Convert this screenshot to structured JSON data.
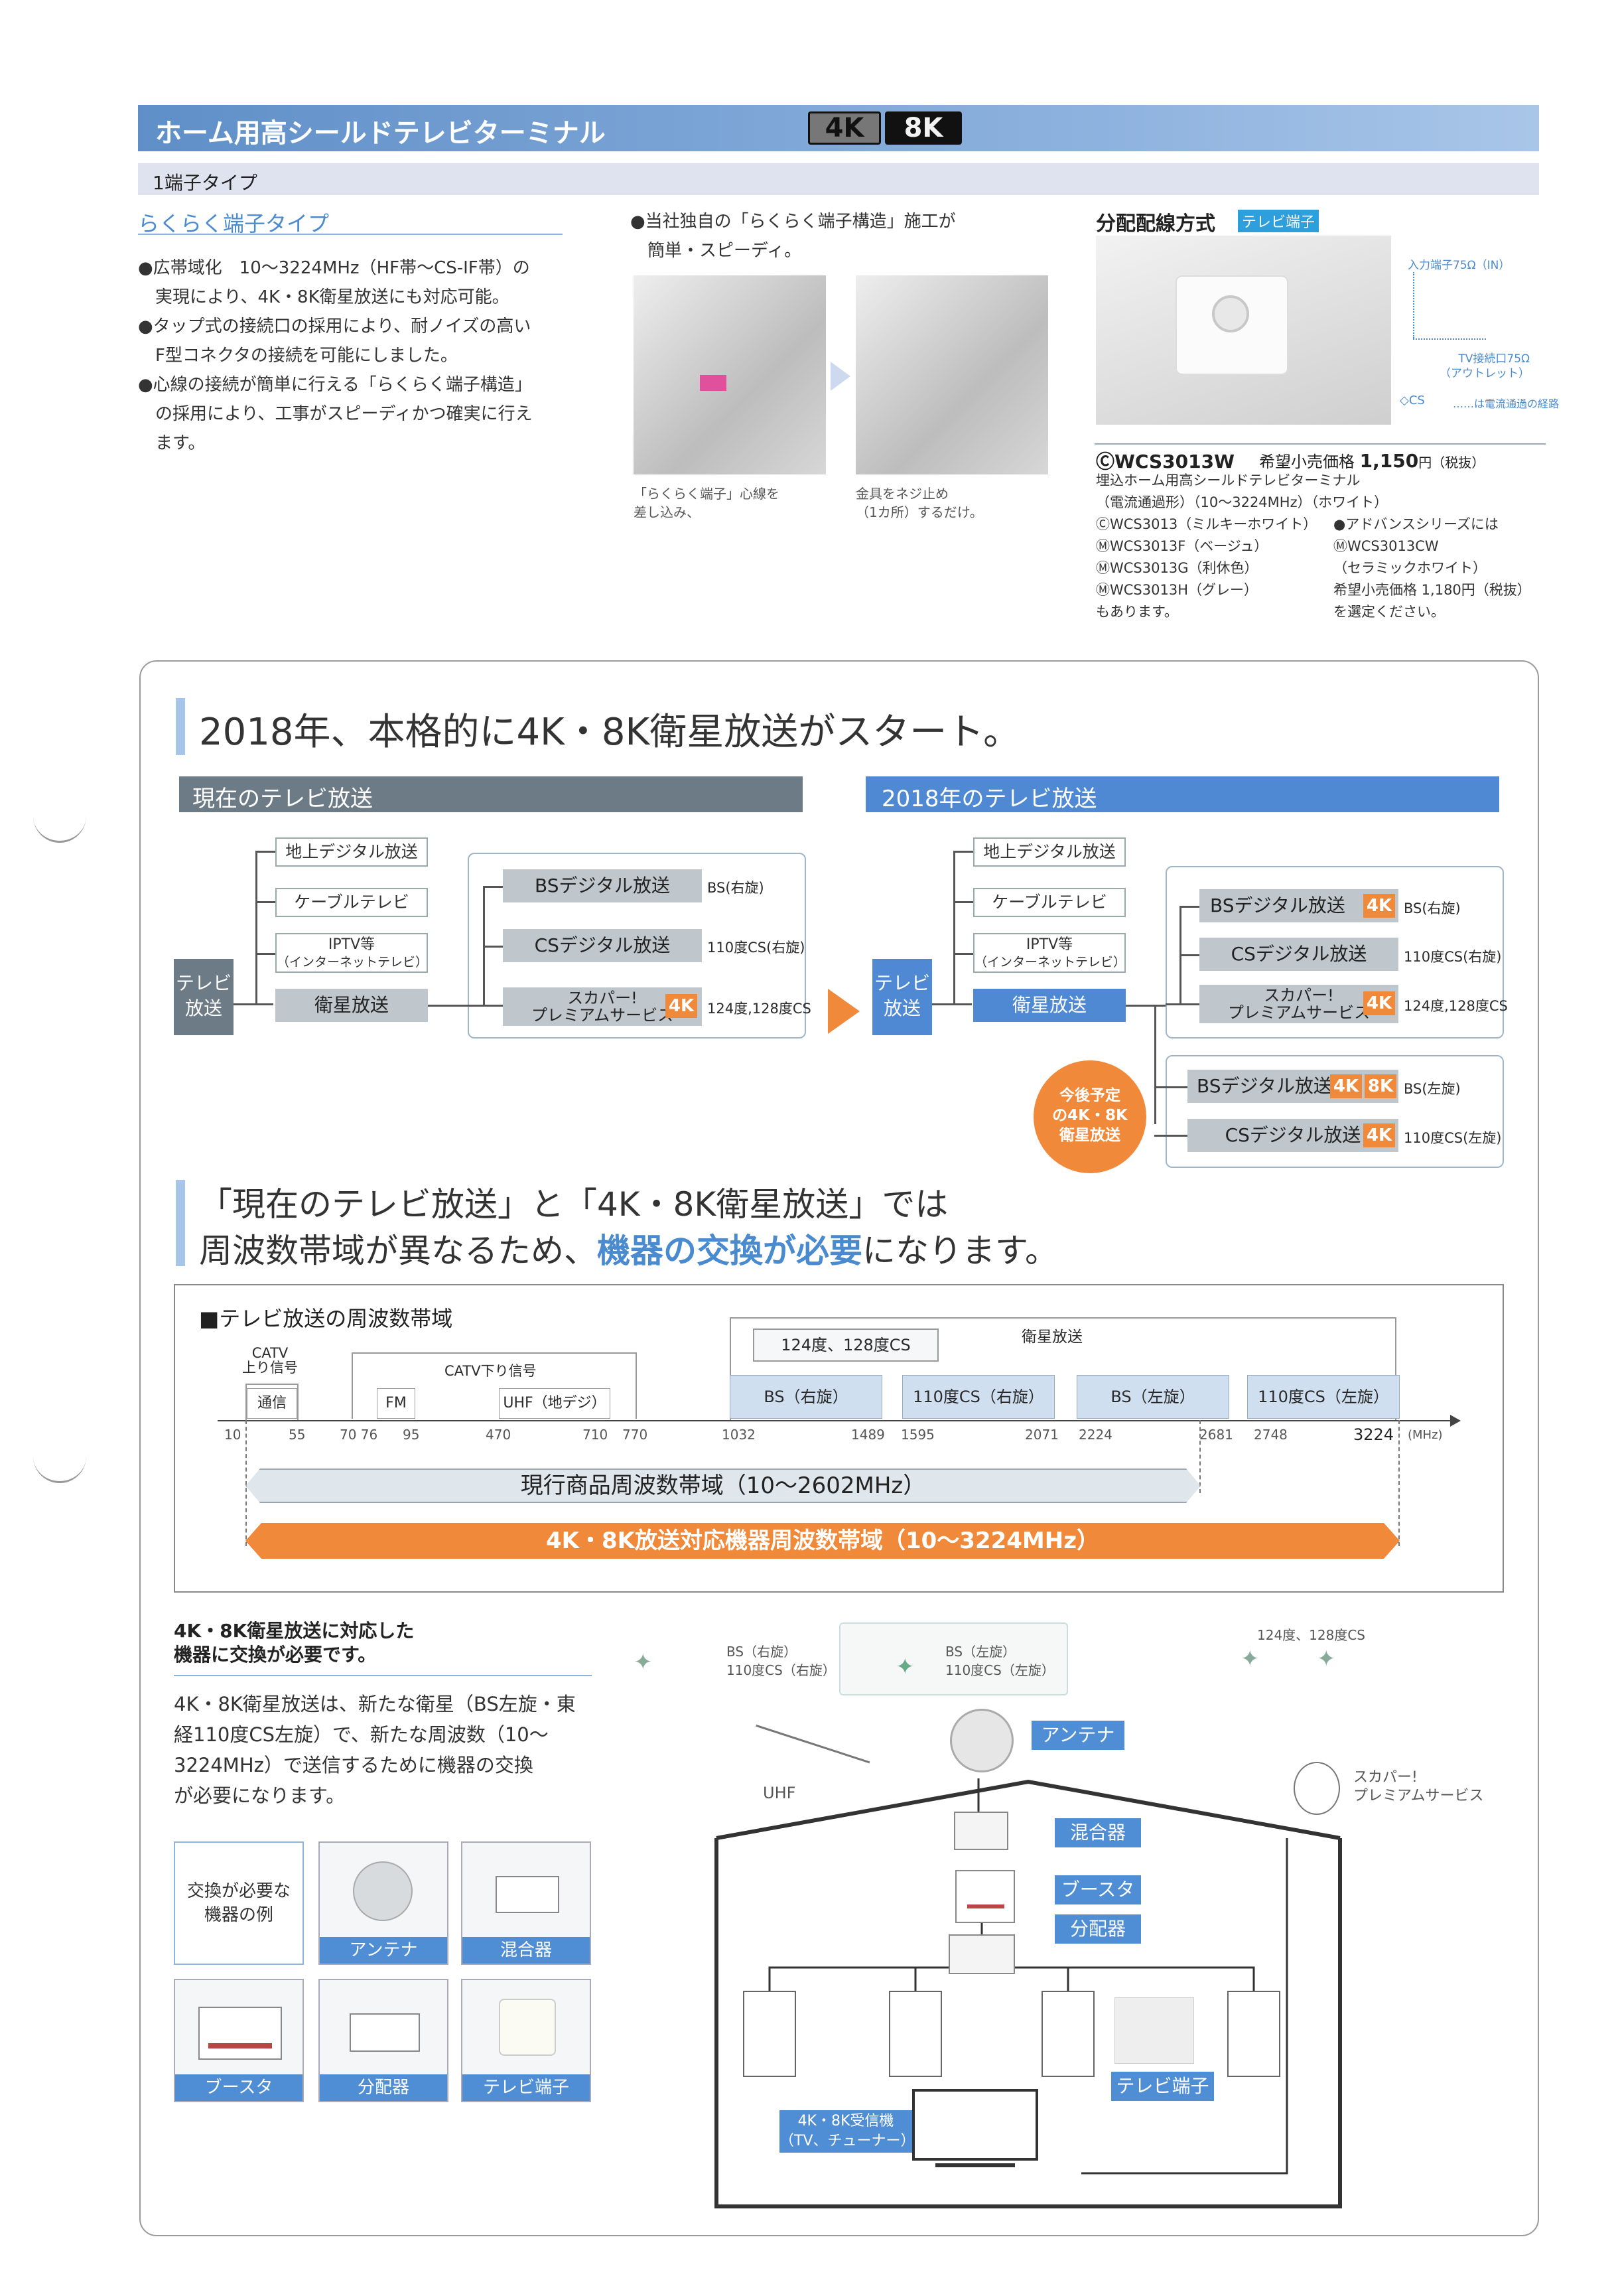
{
  "header": {
    "title": "ホーム用高シールドテレビターミナル",
    "badge_4k": "4K",
    "badge_8k": "8K",
    "subtitle": "1端子タイプ"
  },
  "intro": {
    "heading": "らくらく端子タイプ",
    "bullets": [
      [
        "●広帯域化　10〜3224MHz（HF帯〜CS-IF帯）の",
        "実現により、4K・8K衛星放送にも対応可能。"
      ],
      [
        "●タップ式の接続口の採用により、耐ノイズの高い",
        "F型コネクタの接続を可能にしました。"
      ],
      [
        "●心線の接続が簡単に行える「らくらく端子構造」",
        "の採用により、工事がスピーディかつ確実に行え",
        "ます。"
      ]
    ]
  },
  "construction": {
    "lead": [
      "●当社独自の「らくらく端子構造」施工が",
      "簡単・スピーディ。"
    ],
    "cap1": [
      "「らくらく端子」心線を",
      "差し込み、"
    ],
    "cap2": [
      "金具をネジ止め",
      "（1カ所）するだけ。"
    ]
  },
  "product": {
    "heading": "分配配線方式",
    "tag": "テレビ端子",
    "legend_in": "入力端子75Ω（IN）",
    "legend_tv": [
      "TV接続口75Ω",
      "（アウトレット）"
    ],
    "legend_cs": "CS",
    "legend_path": "……は電流通過の経路",
    "model_mark": "Ⓒ",
    "model": "WCS3013W",
    "price_label": "希望小売価格",
    "price": "1,150",
    "price_unit": "円（税抜）",
    "desc": [
      "埋込ホーム用高シールドテレビターミナル",
      "（電流通過形）（10〜3224MHz）（ホワイト）"
    ],
    "variants": [
      "ⒸWCS3013（ミルキーホワイト）",
      "ⓂWCS3013F（ベージュ）",
      "ⓂWCS3013G（利休色）",
      "ⓂWCS3013H（グレー）",
      "もあります。"
    ],
    "advance": [
      "●アドバンスシリーズには",
      "ⓂWCS3013CW",
      "（セラミックホワイト）",
      "希望小売価格 1,180円（税抜）",
      "を選定ください。"
    ]
  },
  "section1": {
    "heading": "2018年、本格的に4K・8K衛星放送がスタート。",
    "current_title": "現在のテレビ放送",
    "future_title": "2018年のテレビ放送",
    "tv": [
      "テレビ",
      "放送"
    ],
    "tree_items": [
      "地上デジタル放送",
      "ケーブルテレビ",
      [
        "IPTV等",
        "（インターネットテレビ）"
      ],
      "衛星放送"
    ],
    "sat_boxes": [
      "BSデジタル放送",
      "CSデジタル放送",
      [
        "スカパー!",
        "プレミアムサービス"
      ]
    ],
    "sat_notes": [
      "BS(右旋)",
      "110度CS(右旋)",
      "124度,128度CS"
    ],
    "future_notes_lower": [
      "BS(左旋)",
      "110度CS(左旋)"
    ],
    "badge_4k": "4K",
    "badge_8k": "8K",
    "planned": [
      "今後予定",
      "の4K・8K",
      "衛星放送"
    ]
  },
  "section2": {
    "heading_a": "「現在のテレビ放送」と「4K・8K衛星放送」では",
    "heading_b1": "周波数帯域が異なるため、",
    "heading_b2": "機器の交換が必要",
    "heading_b3": "になります。"
  },
  "freq_chart": {
    "title": "■テレビ放送の周波数帯域",
    "catv_up": [
      "CATV",
      "上り信号"
    ],
    "catv_down": "CATV下り信号",
    "sat": "衛星放送",
    "sat_124": "124度、128度CS",
    "bands": [
      "通信",
      "FM",
      "UHF（地デジ）",
      "BS（右旋）",
      "110度CS（右旋）",
      "BS（左旋）",
      "110度CS（左旋）"
    ],
    "ticks": [
      "10",
      "55",
      "70 76",
      "95",
      "470",
      "710",
      "770",
      "1032",
      "1489",
      "1595",
      "2071",
      "2224",
      "2681",
      "2748",
      "3224"
    ],
    "unit": "(MHz)",
    "current_range": "現行商品周波数帯域（10〜2602MHz）",
    "new_range": "4K・8K放送対応機器周波数帯域（10〜3224MHz）"
  },
  "bottom": {
    "heading": [
      "4K・8K衛星放送に対応した",
      "機器に交換が必要です。"
    ],
    "body": [
      "4K・8K衛星放送は、新たな衛星（BS左旋・東",
      "経110度CS左旋）で、新たな周波数（10〜",
      "3224MHz）で送信するために機器の交換",
      "が必要になります。"
    ],
    "example_label": [
      "交換が必要な",
      "機器の例"
    ],
    "equipment": [
      "アンテナ",
      "混合器",
      "ブースタ",
      "分配器",
      "テレビ端子"
    ]
  },
  "house": {
    "sat1": [
      "BS（右旋）",
      "110度CS（右旋）"
    ],
    "sat2": [
      "BS（左旋）",
      "110度CS（左旋）"
    ],
    "sat3": "124度、128度CS",
    "antenna": "アンテナ",
    "uhf": "UHF",
    "skyperfect": [
      "スカパー!",
      "プレミアムサービス"
    ],
    "mixer": "混合器",
    "booster": "ブースタ",
    "splitter": "分配器",
    "terminal": "テレビ端子",
    "receiver": [
      "4K・8K受信機",
      "（TV、チューナー）"
    ]
  }
}
